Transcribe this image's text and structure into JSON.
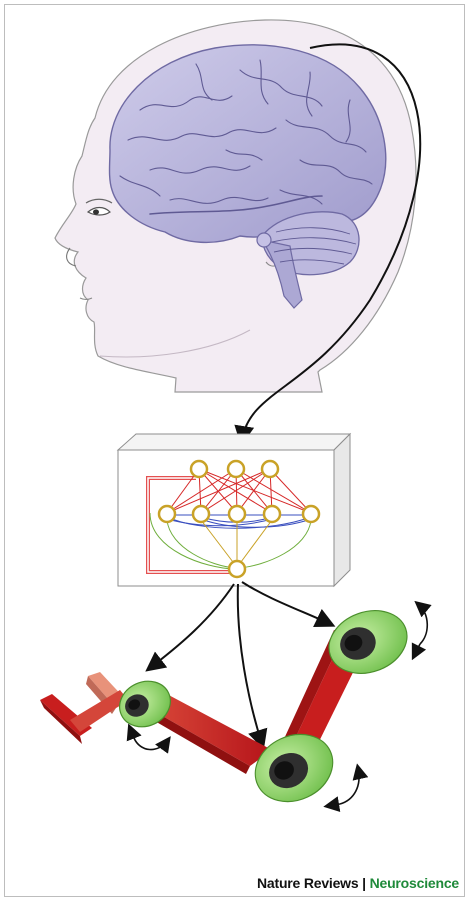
{
  "credit": {
    "publisher": "Nature Reviews",
    "separator": "|",
    "journal": "Neuroscience"
  },
  "colors": {
    "brain": "#b7b4dc",
    "brain_outline": "#6f6aa3",
    "skin": "#f3ecf3",
    "network_red": "#d62828",
    "network_blue": "#3a4fbf",
    "network_green": "#6fae3c",
    "node_ring": "#c9a227",
    "arm_red": "#c81e1e",
    "joint_green": "#8fd16a",
    "journal_green": "#1f8a3a"
  },
  "icons": [
    "brain-illustration",
    "head-profile",
    "neural-network-box",
    "robotic-arm"
  ]
}
